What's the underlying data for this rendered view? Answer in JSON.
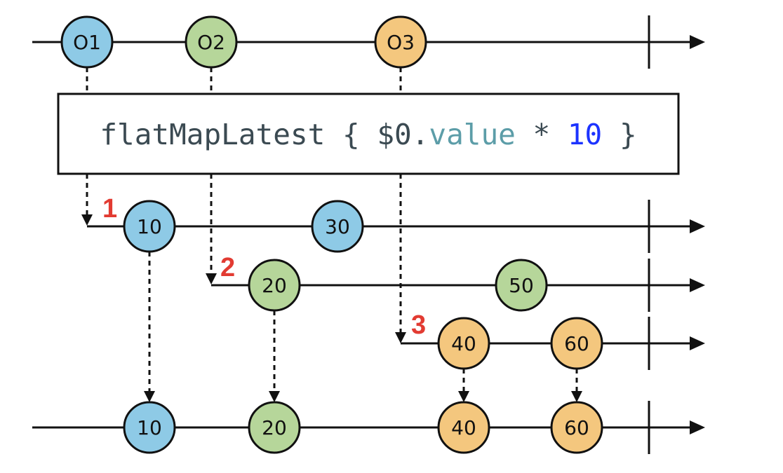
{
  "colors": {
    "o1": "#8ecae6",
    "o2": "#b6d69a",
    "o3": "#f4c77e",
    "code_text": "#3b4a52",
    "code_prop": "#5c9da8",
    "code_number": "#1c33ff",
    "badge": "#e23b32"
  },
  "operator": {
    "name": "flatMapLatest",
    "open": "{",
    "arg": "$0.",
    "prop": "value",
    "op": "*",
    "num": "10",
    "close": "}"
  },
  "source": [
    {
      "label": "O1",
      "color": "o1"
    },
    {
      "label": "O2",
      "color": "o2"
    },
    {
      "label": "O3",
      "color": "o3"
    }
  ],
  "inner": [
    {
      "badge": "1",
      "marbles": [
        {
          "label": "10",
          "color": "o1"
        },
        {
          "label": "30",
          "color": "o1"
        }
      ]
    },
    {
      "badge": "2",
      "marbles": [
        {
          "label": "20",
          "color": "o2"
        },
        {
          "label": "50",
          "color": "o2"
        }
      ]
    },
    {
      "badge": "3",
      "marbles": [
        {
          "label": "40",
          "color": "o3"
        },
        {
          "label": "60",
          "color": "o3"
        }
      ]
    }
  ],
  "result": [
    {
      "label": "10",
      "color": "o1"
    },
    {
      "label": "20",
      "color": "o2"
    },
    {
      "label": "40",
      "color": "o3"
    },
    {
      "label": "60",
      "color": "o3"
    }
  ]
}
